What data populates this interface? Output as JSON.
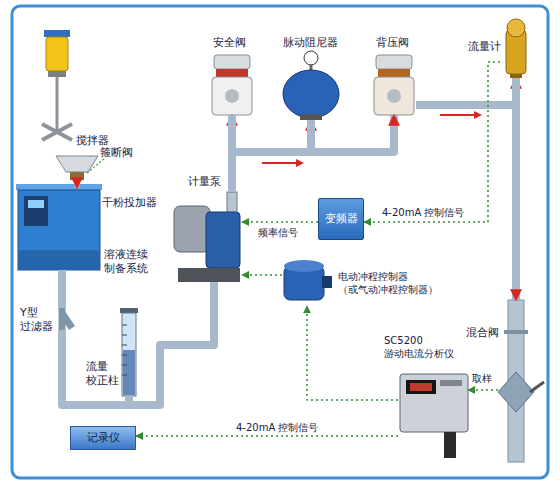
{
  "diagram": {
    "nodes": [
      {
        "text": [
          "搅拌器"
        ]
      },
      {
        "text": [
          "安全阀"
        ]
      },
      {
        "text": [
          "脉动阻尼器"
        ]
      },
      {
        "text": [
          "背压阀"
        ]
      },
      {
        "text": [
          "流量计"
        ]
      },
      {
        "text": [
          "干粉投加器"
        ]
      },
      {
        "text": [
          "计量泵"
        ]
      },
      {
        "text": [
          "变频器"
        ]
      },
      {
        "text": [
          "溶液连续 制备系统"
        ]
      },
      {
        "text": [
          "电动冲程控制器 （或气动冲程控制器）"
        ]
      },
      {
        "text": [
          "Y型 过滤器"
        ]
      },
      {
        "text": [
          "混合阀"
        ]
      },
      {
        "text": [
          "SC5200 游动电流分析仪"
        ]
      },
      {
        "text": [
          "流量 校正柱"
        ]
      },
      {
        "text": [
          "记录仪"
        ]
      }
    ],
    "edges": [
      {
        "from": 5,
        "to": 8,
        "arrow": "to"
      },
      {
        "from": 8,
        "to": 10,
        "arrow": "none"
      },
      {
        "from": 10,
        "to": 13,
        "arrow": "none"
      },
      {
        "from": 13,
        "to": 6,
        "arrow": "none"
      },
      {
        "from": 6,
        "to": 1,
        "arrow": "to"
      },
      {
        "from": 1,
        "to": 2,
        "arrow": "to"
      },
      {
        "from": 2,
        "to": 3,
        "arrow": "to"
      },
      {
        "from": 3,
        "to": 4,
        "arrow": "to"
      },
      {
        "from": 4,
        "to": 11,
        "arrow": "to"
      },
      {
        "from": 4,
        "to": 7,
        "label": "4-20mA 控制信号",
        "arrow": "to"
      },
      {
        "from": 7,
        "to": 6,
        "label": "频率信号",
        "arrow": "to"
      },
      {
        "from": 11,
        "to": 12,
        "label": "取样",
        "arrow": "to"
      },
      {
        "from": 12,
        "to": 9,
        "arrow": "to"
      },
      {
        "from": 9,
        "to": 6,
        "arrow": "to"
      },
      {
        "from": 12,
        "to": 14,
        "label": "4-20mA 控制信号",
        "arrow": "to"
      }
    ],
    "labels": [
      "箍断阀"
    ]
  }
}
